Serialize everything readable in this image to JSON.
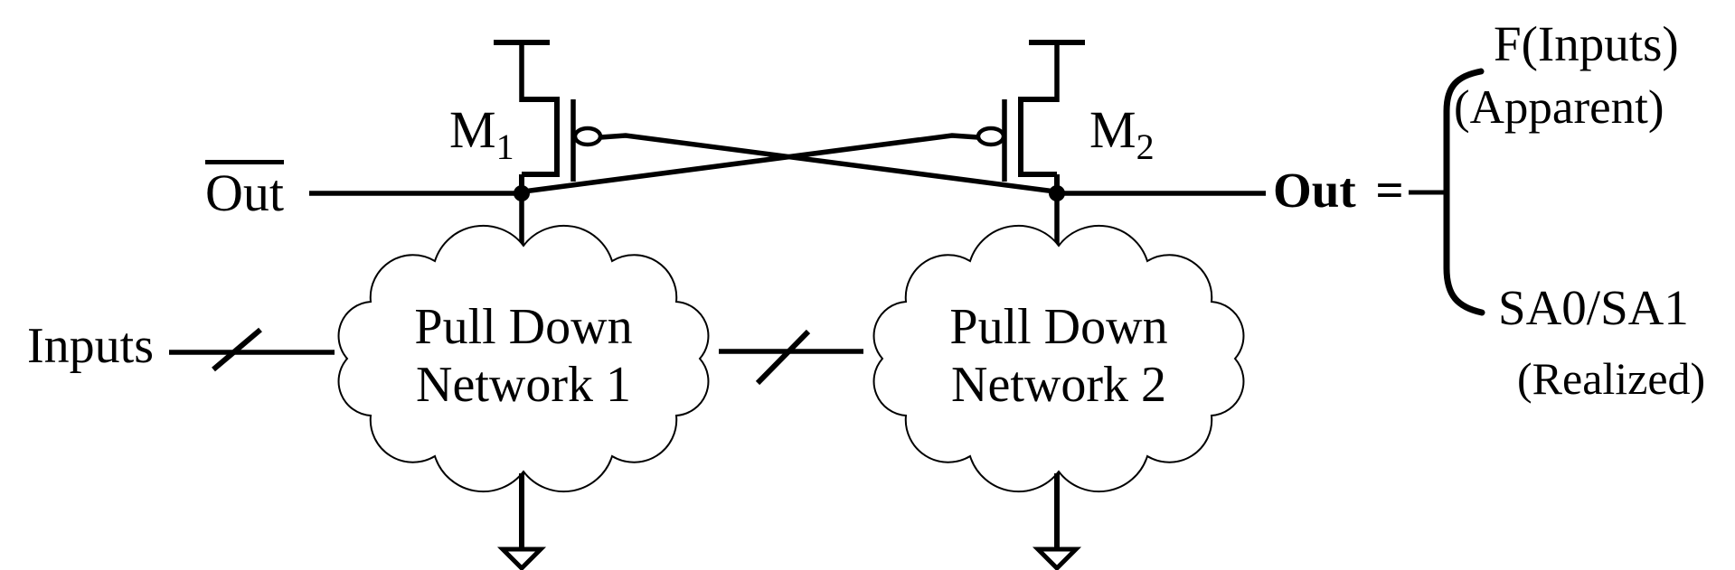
{
  "colors": {
    "background": "#ffffff",
    "ink": "#000000"
  },
  "labels": {
    "out_bar": "Out",
    "inputs": "Inputs",
    "m1_base": "M",
    "m1_sub": "1",
    "m2_base": "M",
    "m2_sub": "2",
    "out_equals": "Out ="
  },
  "clouds": [
    {
      "line1": "Pull Down",
      "line2": "Network 1"
    },
    {
      "line1": "Pull Down",
      "line2": "Network 2"
    }
  ],
  "output_cases": {
    "apparent_value": "F(Inputs)",
    "apparent_note": "(Apparent)",
    "realized_value": "SA0/SA1",
    "realized_note": "(Realized)"
  }
}
